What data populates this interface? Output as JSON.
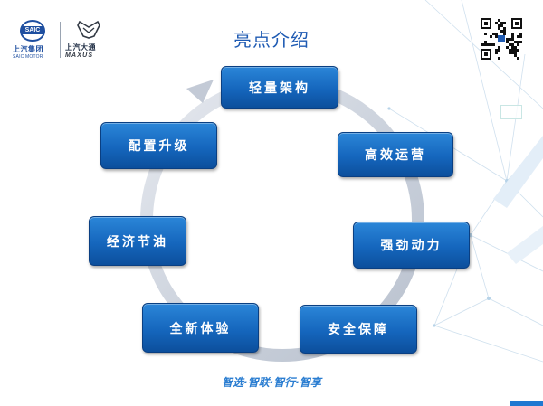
{
  "header": {
    "saic_badge_text": "SAIC",
    "saic_name_cn": "上汽集团",
    "saic_name_en": "SAIC MOTOR",
    "maxus_name_cn": "上汽大通",
    "maxus_name_en": "MAXUS"
  },
  "title": "亮点介绍",
  "features": [
    {
      "label": "轻量架构"
    },
    {
      "label": "高效运营"
    },
    {
      "label": "强劲动力"
    },
    {
      "label": "安全保障"
    },
    {
      "label": "全新体验"
    },
    {
      "label": "经济节油"
    },
    {
      "label": "配置升级"
    }
  ],
  "slogan": "智选·智联·智行·智享",
  "colors": {
    "title": "#1f5bb3",
    "box_top": "#2b86d8",
    "box_bottom": "#0c4f9c",
    "ring": "#d0d6e0",
    "slogan": "#2a7dd1"
  },
  "icons": {
    "qr_code": "qr-code-icon",
    "cycle_arrow": "circular-arrow-icon"
  }
}
